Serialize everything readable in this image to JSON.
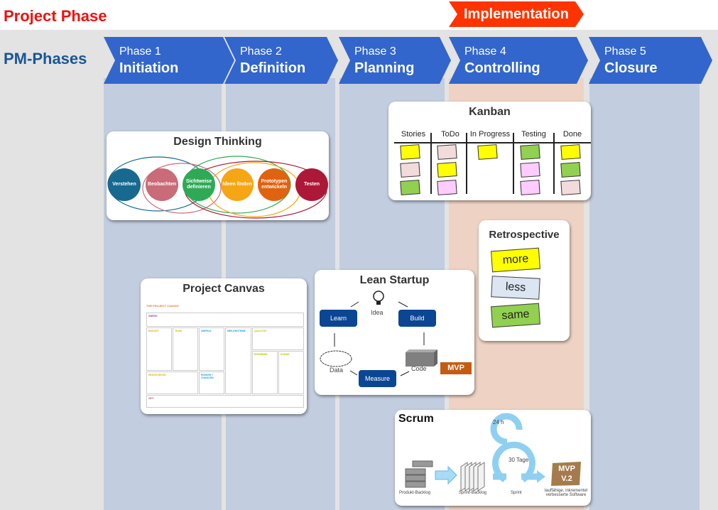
{
  "header": {
    "project_phase_label": "Project Phase",
    "pm_phases_label": "PM-Phases",
    "implementation_label": "Implementation"
  },
  "phases": [
    {
      "number": "Phase 1",
      "name": "Initiation"
    },
    {
      "number": "Phase 2",
      "name": "Definition"
    },
    {
      "number": "Phase 3",
      "name": "Planning"
    },
    {
      "number": "Phase 4",
      "name": "Controlling"
    },
    {
      "number": "Phase 5",
      "name": "Closure"
    }
  ],
  "design_thinking": {
    "title": "Design Thinking",
    "steps": [
      {
        "label": "Verstehen",
        "color": "#17698f"
      },
      {
        "label": "Beobachten",
        "color": "#c96b78"
      },
      {
        "label": "Sichtweise definieren",
        "color": "#2eaa57"
      },
      {
        "label": "Ideen finden",
        "color": "#f5a614"
      },
      {
        "label": "Prototypen entwickeln",
        "color": "#e0630f"
      },
      {
        "label": "Testen",
        "color": "#ad1838"
      }
    ]
  },
  "kanban": {
    "title": "Kanban",
    "columns": [
      {
        "label": "Stories",
        "stickies": [
          "#ffff00",
          "#f2dcdb",
          "#92d050"
        ]
      },
      {
        "label": "ToDo",
        "stickies": [
          "#f2dcdb",
          "#ffff00",
          "#ffccff"
        ]
      },
      {
        "label": "In Progress",
        "stickies": [
          "#ffff00"
        ]
      },
      {
        "label": "Testing",
        "stickies": [
          "#92d050",
          "#ffccff",
          "#ffccff"
        ]
      },
      {
        "label": "Done",
        "stickies": [
          "#ffff00",
          "#92d050",
          "#f2dcdb"
        ]
      }
    ]
  },
  "retrospective": {
    "title": "Retrospective",
    "items": [
      {
        "label": "more",
        "color": "#ffff00"
      },
      {
        "label": "less",
        "color": "#dce6f2"
      },
      {
        "label": "same",
        "color": "#92d050"
      }
    ]
  },
  "project_canvas": {
    "title": "Project Canvas",
    "heading": "THE PROJECT CANVAS",
    "sections": [
      "ZWECK",
      "BUDGET",
      "TEAM",
      "UMFELD",
      "MEILENSTEINE",
      "QUALITÄT",
      "ERGEBNIS",
      "KUNDE",
      "RESSOURCEN",
      "RISIKEN + CHANCEN",
      "ZEIT"
    ]
  },
  "lean_startup": {
    "title": "Lean Startup",
    "learn": "Learn",
    "build": "Build",
    "measure": "Measure",
    "idea": "Idea",
    "code": "Code",
    "data": "Data",
    "mvp": "MVP"
  },
  "scrum": {
    "title": "Scrum",
    "product_backlog": "Produkt-Backlog",
    "sprint_backlog": "Sprint-Backlog",
    "sprint": "Sprint",
    "daily": "24 h",
    "sprint_length": "30 Tage",
    "mvp": "MVP V.2",
    "result": "lauffähige, inkrementel verbesserte Software"
  },
  "colors": {
    "phase_blue": "#3366cc",
    "implementation_red": "#ff3300",
    "column_blue": "#c3cde0",
    "column_peach": "#eed3c4"
  }
}
